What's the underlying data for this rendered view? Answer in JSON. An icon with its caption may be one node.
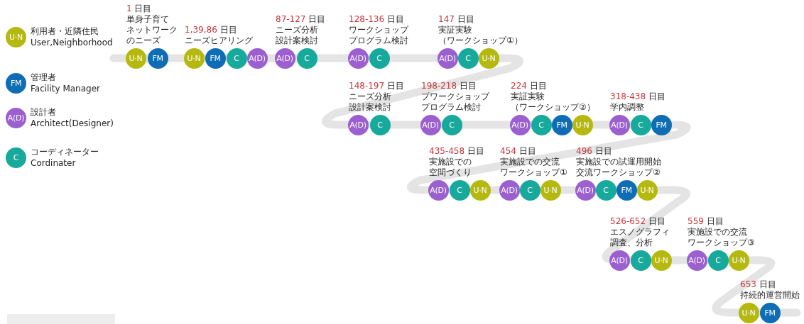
{
  "diagram": {
    "nodes": [
      {
        "text": [
          "1 日目",
          "単身子育てネットワークのニーズ"
        ]
      },
      {
        "text": [
          "U·N"
        ]
      },
      {
        "text": [
          "FM"
        ]
      },
      {
        "text": [
          "1,39,86 日目",
          "ニーズヒアリング"
        ]
      },
      {
        "text": [
          "U·N"
        ]
      },
      {
        "text": [
          "FM"
        ]
      },
      {
        "text": [
          "C"
        ]
      },
      {
        "text": [
          "A(D)"
        ]
      },
      {
        "text": [
          "87-127 日目",
          "ニーズ分析設計案検討"
        ]
      },
      {
        "text": [
          "A(D)"
        ]
      },
      {
        "text": [
          "C"
        ]
      },
      {
        "text": [
          "128-136 日目",
          "ワークショッププログラム検討"
        ]
      },
      {
        "text": [
          "A(D)"
        ]
      },
      {
        "text": [
          "C"
        ]
      },
      {
        "text": [
          "147 日目",
          "実証実験（ワークショップ①）"
        ]
      },
      {
        "text": [
          "A(D)"
        ]
      },
      {
        "text": [
          "C"
        ]
      },
      {
        "text": [
          "U·N"
        ]
      },
      {
        "text": [
          "148-197 日目",
          "ニーズ分析設計案検討"
        ]
      },
      {
        "text": [
          "A(D)"
        ]
      },
      {
        "text": [
          "C"
        ]
      },
      {
        "text": [
          "198-218 日目",
          "プワークショッププログラム検討"
        ]
      },
      {
        "text": [
          "A(D)"
        ]
      },
      {
        "text": [
          "C"
        ]
      },
      {
        "text": [
          "224 日目",
          "実証実験（ワークショップ②）"
        ]
      },
      {
        "text": [
          "A(D)"
        ]
      },
      {
        "text": [
          "C"
        ]
      },
      {
        "text": [
          "FM"
        ]
      },
      {
        "text": [
          "U·N"
        ]
      },
      {
        "text": [
          "318-438 日目",
          "学内調整"
        ]
      },
      {
        "text": [
          "A(D)"
        ]
      },
      {
        "text": [
          "C"
        ]
      },
      {
        "text": [
          "FM"
        ]
      },
      {
        "text": [
          "435-458 日目",
          "実施設での空間づくり"
        ]
      },
      {
        "text": [
          "A(D)"
        ]
      },
      {
        "text": [
          "C"
        ]
      },
      {
        "text": [
          "U·N"
        ]
      },
      {
        "text": [
          "454 日目",
          "実施設での交流ワークショップ①"
        ]
      },
      {
        "text": [
          "A(D)"
        ]
      },
      {
        "text": [
          "C"
        ]
      },
      {
        "text": [
          "U·N"
        ]
      },
      {
        "text": [
          "496 日目",
          "実施設での試運用開始交流ワークショップ②"
        ]
      },
      {
        "text": [
          "A(D)"
        ]
      },
      {
        "text": [
          "C"
        ]
      },
      {
        "text": [
          "FM"
        ]
      },
      {
        "text": [
          "U·N"
        ]
      },
      {
        "text": [
          "526-652 日目",
          "エスノグラフィ調査、分析"
        ]
      },
      {
        "text": [
          "A(D)"
        ]
      },
      {
        "text": [
          "C"
        ]
      },
      {
        "text": [
          "U·N"
        ]
      },
      {
        "text": [
          "559 日目",
          "実施設での交流ワークショップ③"
        ]
      },
      {
        "text": [
          "A(D)"
        ]
      },
      {
        "text": [
          "C"
        ]
      },
      {
        "text": [
          "U·N"
        ]
      },
      {
        "text": [
          "653 日目",
          "持続的運営開始"
        ]
      },
      {
        "text": [
          "U·N"
        ]
      },
      {
        "text": [
          "FM"
        ]
      }
    ],
    "labels": [
      "U·N",
      "FM",
      "A(D)",
      "C"
    ],
    "legend": [
      {
        "text": "利用者・近隣住民 User,Neighborhood",
        "color": "#b5b80f"
      },
      {
        "text": "管理者 Facility Manager",
        "color": "#0f6db5"
      },
      {
        "text": "設計者 Architect(Designer)",
        "color": "#9b5fcf"
      },
      {
        "text": "コーディネーター Cordinater",
        "color": "#17a99b"
      }
    ]
  }
}
